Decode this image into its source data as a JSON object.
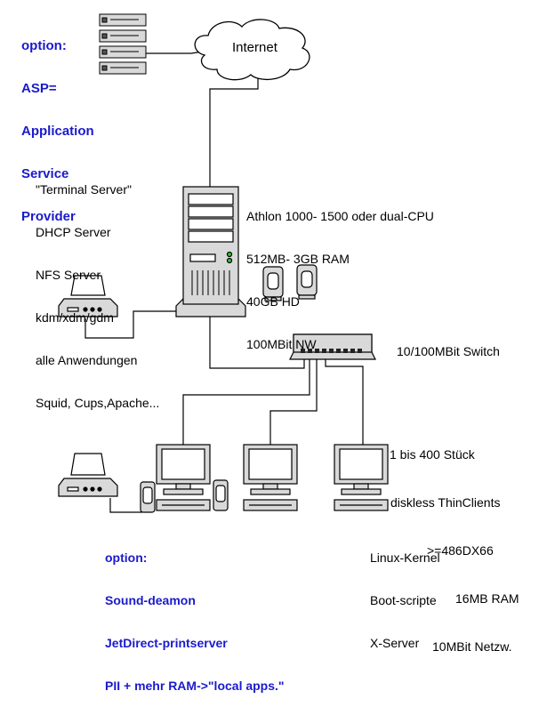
{
  "colors": {
    "option_text": "#1a1acd",
    "line": "#000000",
    "device_fill": "#d9d9d9",
    "background": "#ffffff"
  },
  "asp_note": [
    "option:",
    "ASP=",
    "Application",
    "Service",
    "Provider"
  ],
  "internet_label": "Internet",
  "server_roles": [
    "\"Terminal Server\"",
    "DHCP Server",
    "NFS Server",
    "kdm/xdm/gdm",
    "alle Anwendungen",
    "Squid, Cups,Apache..."
  ],
  "server_specs": [
    "Athlon 1000- 1500 oder dual-CPU",
    "512MB- 3GB RAM",
    "40GB HD",
    "100MBit NW"
  ],
  "switch_label": "10/100MBit Switch",
  "thin_clients": [
    "1 bis 400 Stück",
    "diskless ThinClients",
    ">=486DX66",
    "16MB RAM",
    "10MBit Netzw."
  ],
  "client_options": [
    "option:",
    "Sound-deamon",
    "JetDirect-printserver",
    "PII + mehr RAM->\"local apps.\""
  ],
  "client_software": [
    "Linux-Kernel",
    "Boot-scripte",
    "X-Server"
  ],
  "icons": [
    "server-rack-icon",
    "cloud-icon",
    "tower-server-icon",
    "speaker-icon",
    "printer-icon",
    "network-switch-icon",
    "monitor-icon",
    "keyboard-icon"
  ]
}
